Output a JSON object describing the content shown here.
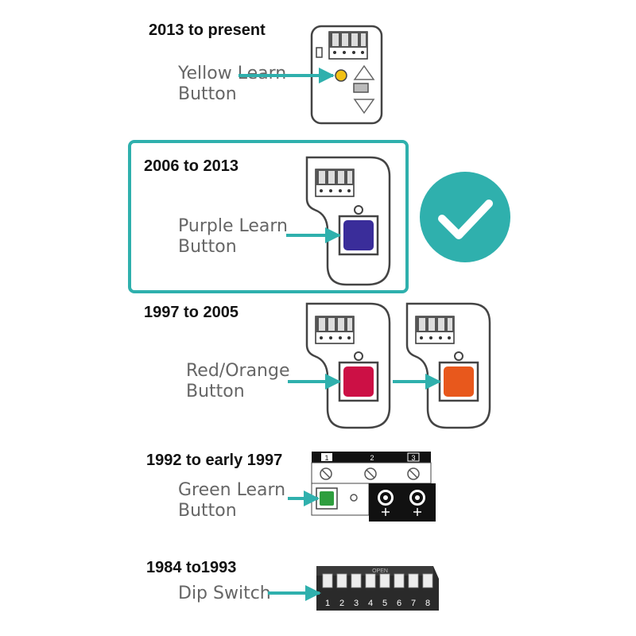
{
  "sections": [
    {
      "title": "2013 to present",
      "label_line1": "Yellow Learn",
      "label_line2": "Button",
      "button_color": "#f2c114"
    },
    {
      "title": "2006 to 2013",
      "label_line1": "Purple Learn",
      "label_line2": "Button",
      "button_color": "#3a2d9a"
    },
    {
      "title": "1997 to 2005",
      "label_line1": "Red/Orange",
      "label_line2": "Button",
      "button_colors": [
        "#cc1045",
        "#e8581c"
      ]
    },
    {
      "title": "1992 to early 1997",
      "label_line1": "Green Learn",
      "label_line2": "Button",
      "button_color": "#2e9e3e",
      "dip_numbers": [
        "1",
        "2",
        "3"
      ]
    },
    {
      "title": "1984 to1993",
      "label_line1": "Dip Switch",
      "switch_numbers": [
        "1",
        "2",
        "3",
        "4",
        "5",
        "6",
        "7",
        "8"
      ],
      "switch_header": "OPEN"
    }
  ],
  "highlight": {
    "color": "#2fb0ad",
    "check": "check-icon"
  },
  "arrow_color": "#2fb0ad"
}
